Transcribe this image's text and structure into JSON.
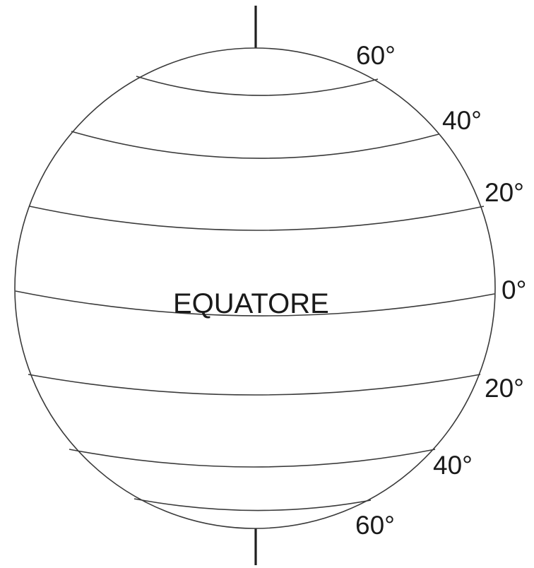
{
  "equator_label": "EQUATORE",
  "latitude_labels": {
    "north_60": "60°",
    "north_40": "40°",
    "north_20": "20°",
    "equator": "0°",
    "south_20": "20°",
    "south_40": "40°",
    "south_60": "60°"
  },
  "colors": {
    "line": "#3a3a3a",
    "text": "#1a1a1a",
    "background": "#ffffff"
  }
}
